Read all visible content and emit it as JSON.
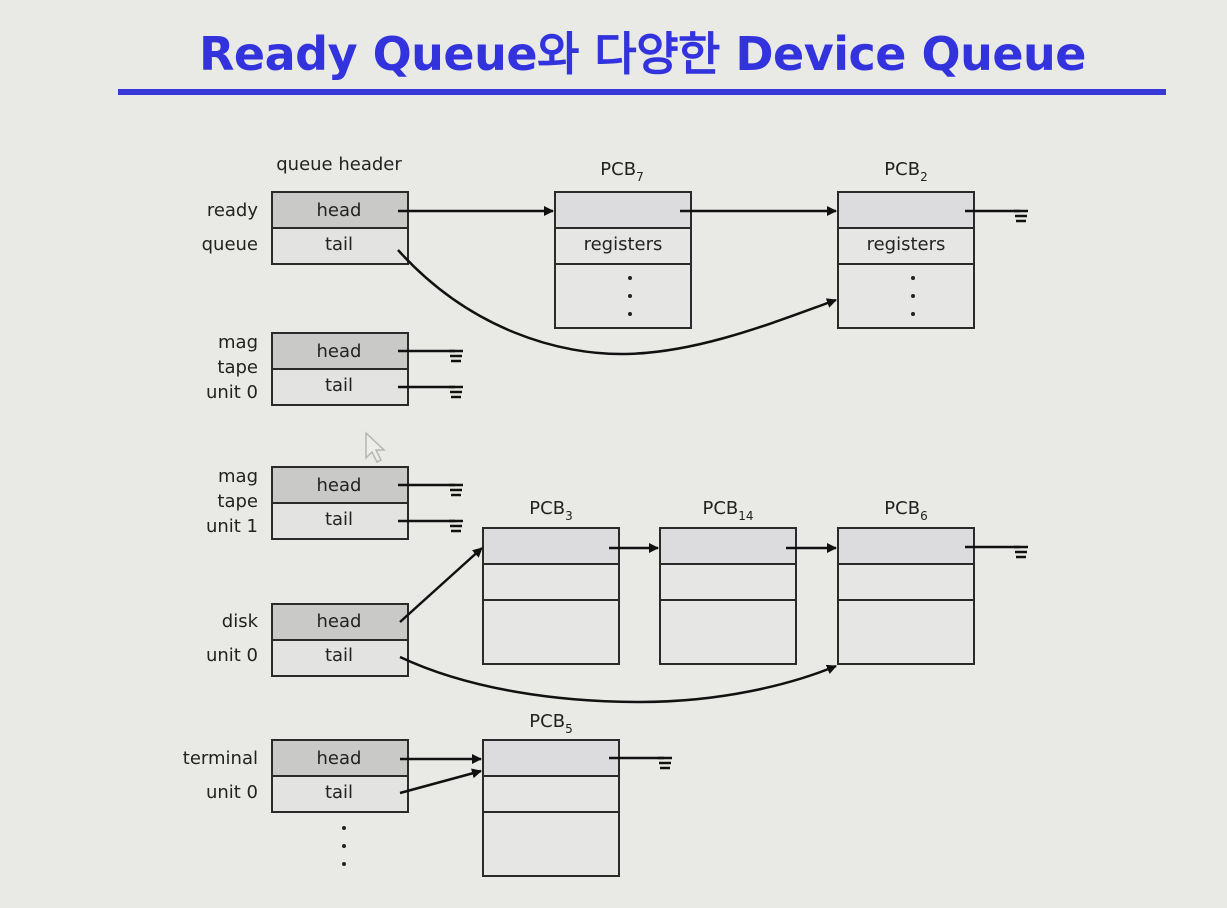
{
  "title": "Ready Queue와 다양한 Device Queue",
  "queue_header_caption": "queue header",
  "cell_labels": {
    "head": "head",
    "tail": "tail",
    "registers": "registers"
  },
  "queues": {
    "ready": [
      "ready",
      "queue"
    ],
    "mag0": [
      "mag",
      "tape",
      "unit 0"
    ],
    "mag1": [
      "mag",
      "tape",
      "unit 1"
    ],
    "disk": [
      "disk",
      "unit 0"
    ],
    "terminal": [
      "terminal",
      "unit 0"
    ]
  },
  "pcbs": {
    "pcb7": {
      "base": "PCB",
      "sub": "7"
    },
    "pcb2": {
      "base": "PCB",
      "sub": "2"
    },
    "pcb3": {
      "base": "PCB",
      "sub": "3"
    },
    "pcb14": {
      "base": "PCB",
      "sub": "14"
    },
    "pcb6": {
      "base": "PCB",
      "sub": "6"
    },
    "pcb5": {
      "base": "PCB",
      "sub": "5"
    }
  },
  "colors": {
    "title": "#3333dd",
    "rule": "#3838d8",
    "header_cell": "#c9c9c7",
    "background": "#e9e9e6"
  }
}
